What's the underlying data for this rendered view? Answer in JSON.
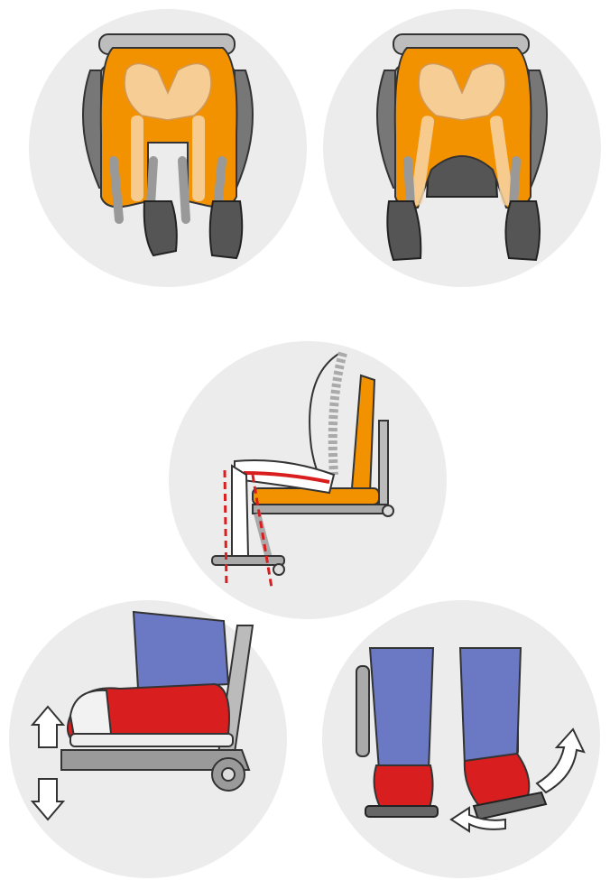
{
  "illustrations": [
    {
      "id": "top-left",
      "name": "wheelchair-top-view-legs-together"
    },
    {
      "id": "top-right",
      "name": "wheelchair-top-view-legs-apart"
    },
    {
      "id": "middle",
      "name": "wheelchair-side-view-posture"
    },
    {
      "id": "bottom-left",
      "name": "footplate-angle-adjustment"
    },
    {
      "id": "bottom-right",
      "name": "footplates-rotation-adjustment"
    }
  ],
  "colors": {
    "background_circle": "#ececec",
    "cushion": "#f39200",
    "bone": "#f7d9b0",
    "frame": "#9a9a9a",
    "dark_frame": "#555555",
    "jeans": "#6b79c4",
    "shoe": "#d81e1e",
    "guide_line": "#d81e1e"
  }
}
